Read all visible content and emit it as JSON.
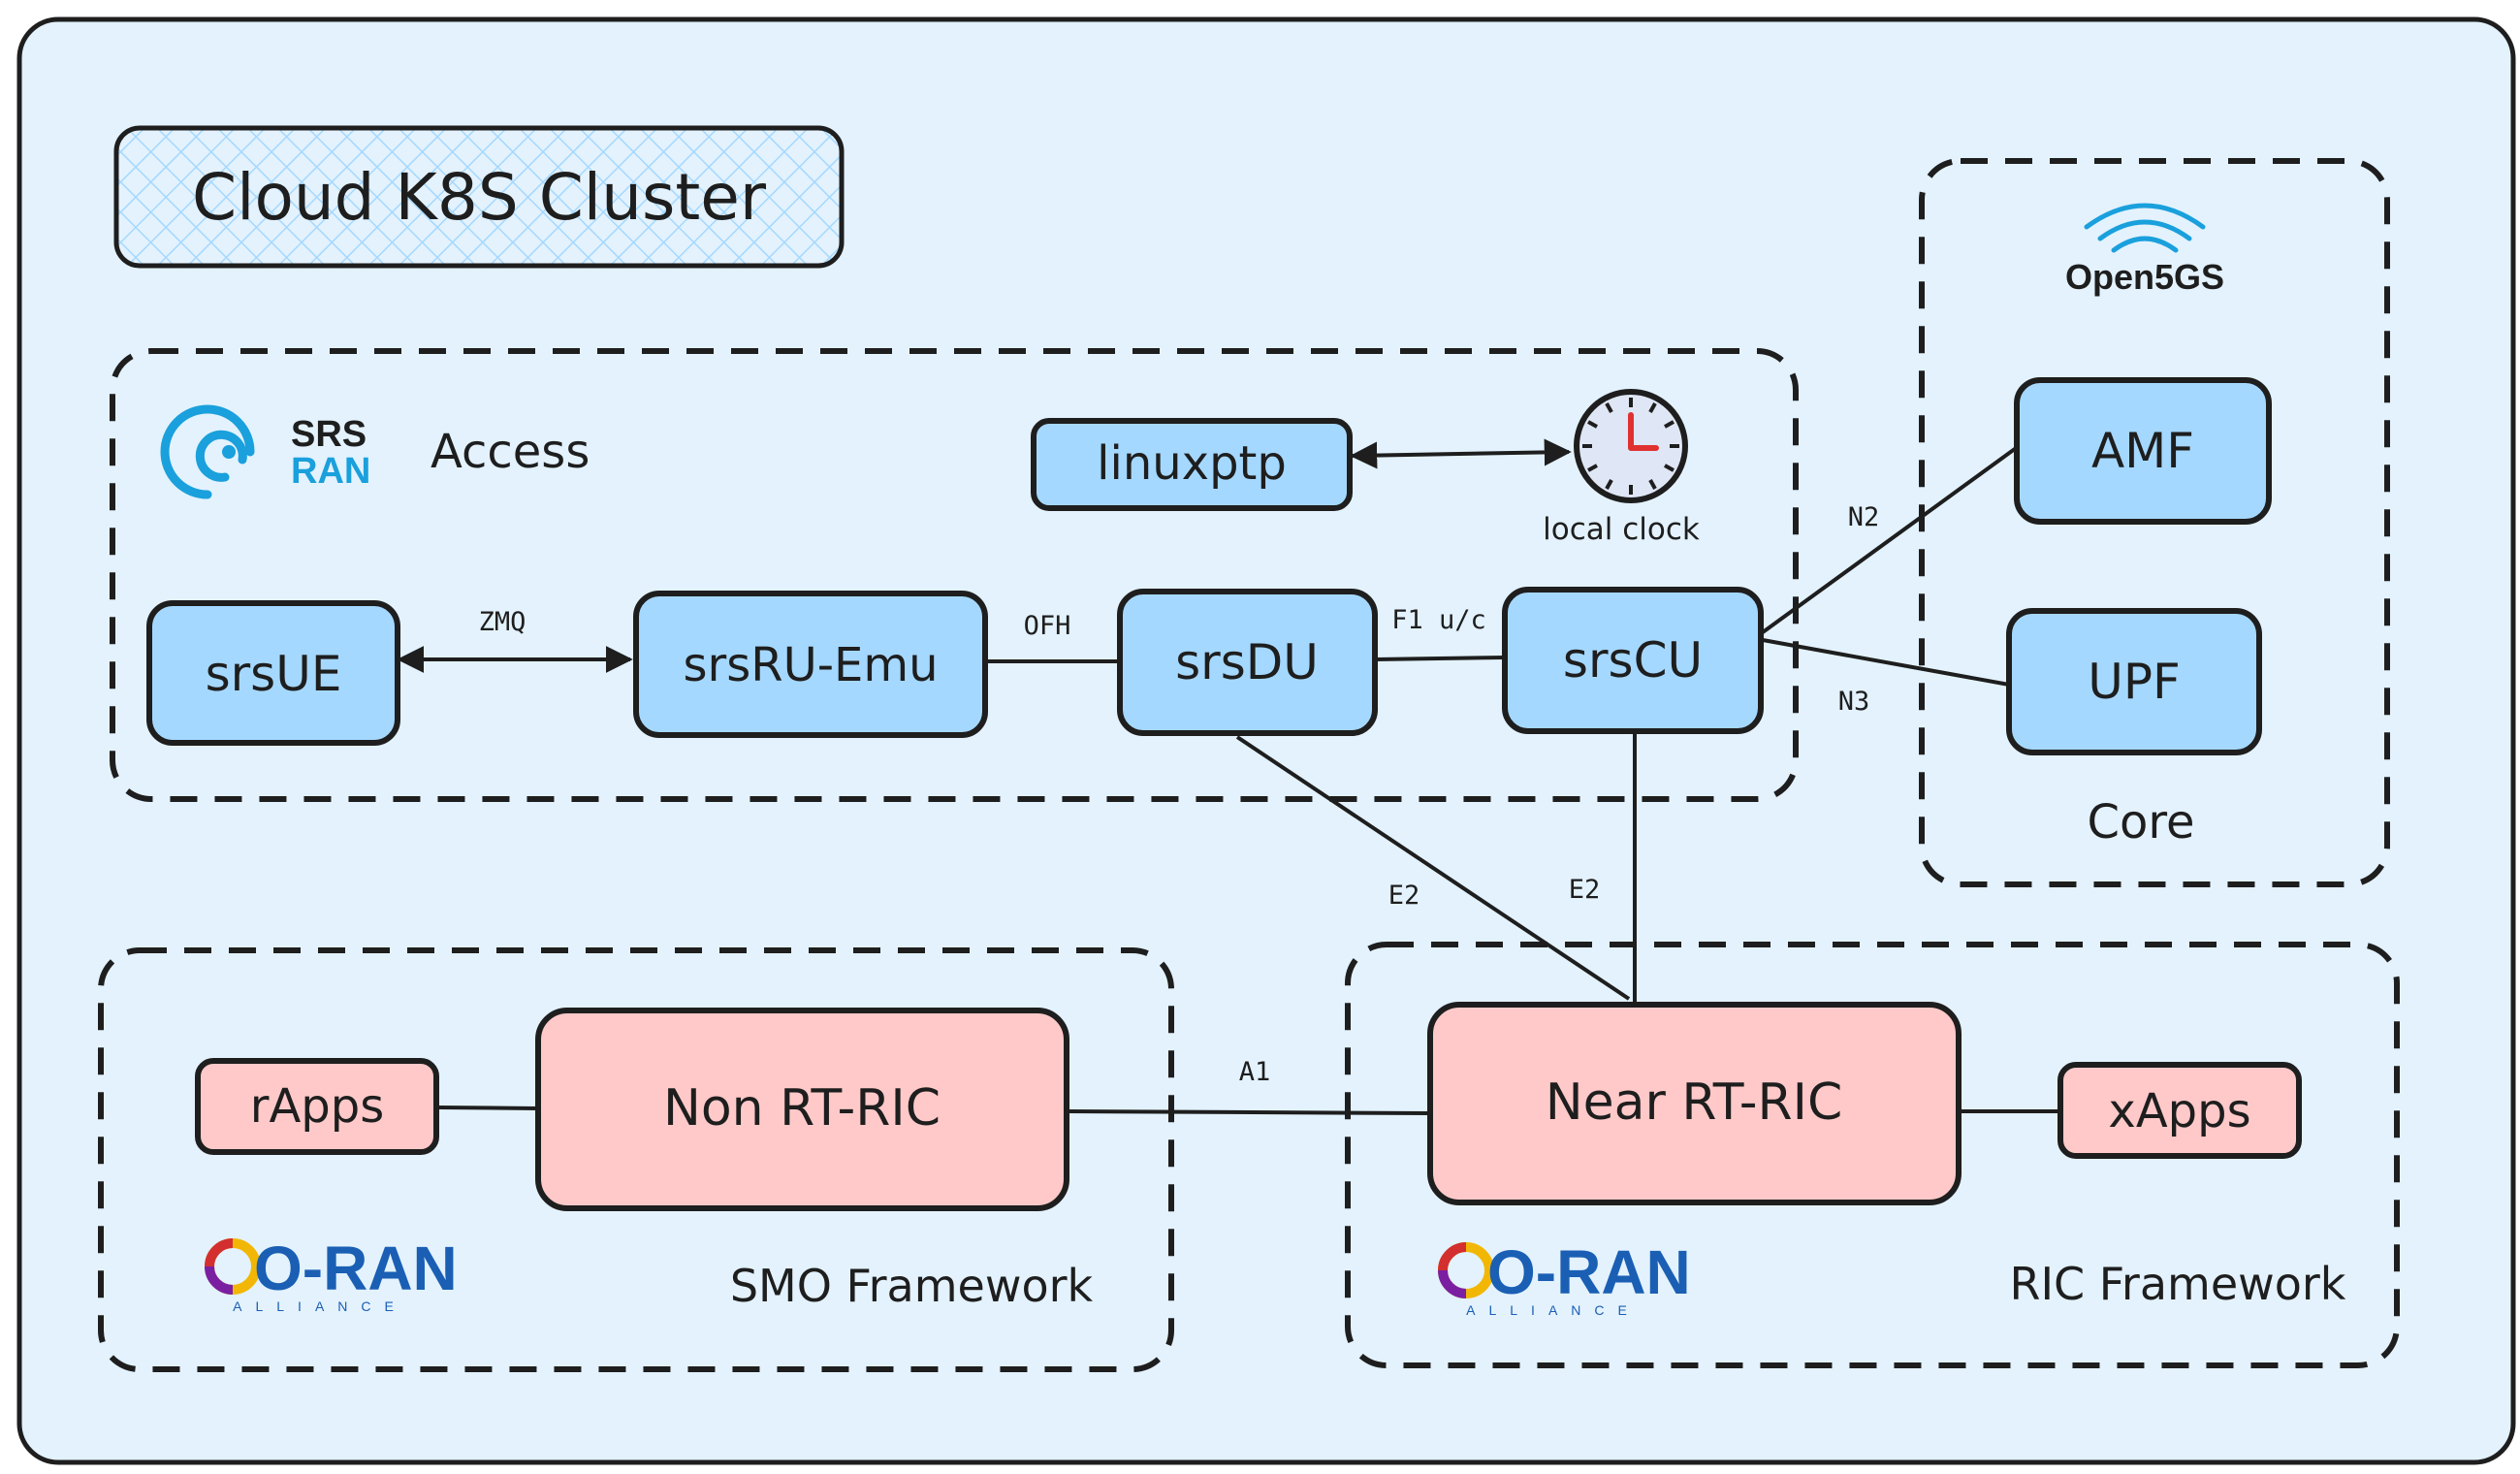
{
  "title": "Cloud K8S Cluster",
  "colors": {
    "cluster_bg": "#e3f2fd",
    "blue_box": "#a5d8ff",
    "red_box": "#ffc9c9",
    "stroke": "#1e1e1e",
    "srs_logo": "#1aa0dc",
    "clock_face": "#dfe6f5",
    "clock_hand": "#e03131",
    "oran_text": "#1a5fb4"
  },
  "groups": {
    "access": {
      "label": "Access",
      "logo_line1": "SRS",
      "logo_line2": "RAN",
      "logo_icon": "srsran-logo-icon"
    },
    "core": {
      "label": "Core",
      "logo_text": "Open5GS",
      "logo_icon": "wifi-icon"
    },
    "smo": {
      "label": "SMO Framework",
      "logo_text": "O-RAN",
      "logo_sub": "ALLIANCE"
    },
    "ric": {
      "label": "RIC Framework",
      "logo_text": "O-RAN",
      "logo_sub": "ALLIANCE"
    }
  },
  "nodes": {
    "srsue": "srsUE",
    "srsru": "srsRU-Emu",
    "srsdu": "srsDU",
    "srscu": "srsCU",
    "linuxptp": "linuxptp",
    "clock": "local clock",
    "amf": "AMF",
    "upf": "UPF",
    "rapps": "rApps",
    "nonrt": "Non RT-RIC",
    "nearrt": "Near RT-RIC",
    "xapps": "xApps"
  },
  "edges": {
    "zmq": "ZMQ",
    "ofh": "OFH",
    "f1": "F1 u/c",
    "n2": "N2",
    "n3": "N3",
    "e2_du": "E2",
    "e2_cu": "E2",
    "a1": "A1"
  }
}
